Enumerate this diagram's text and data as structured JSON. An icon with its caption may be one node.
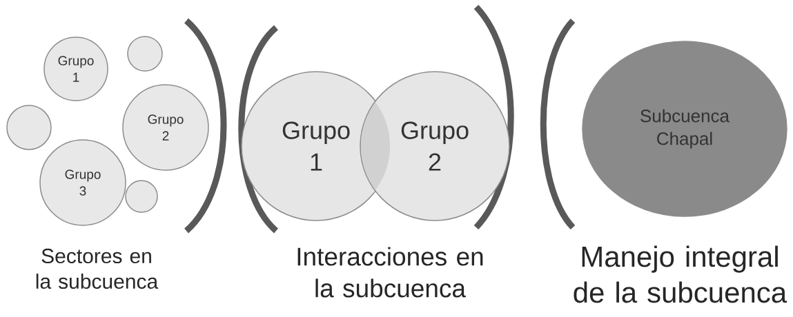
{
  "diagram": {
    "nodes": [
      {
        "text": [
          "Grupo 1"
        ]
      },
      {
        "text": [
          "Grupo 2"
        ]
      },
      {
        "text": [
          "Grupo 3"
        ]
      },
      {
        "text": [],
        "shape": "circle"
      },
      {
        "text": [],
        "shape": "circle"
      },
      {
        "text": [],
        "shape": "circle"
      },
      {
        "text": [
          "Grupo 1"
        ]
      },
      {
        "text": [
          "Grupo 2"
        ]
      },
      {
        "text": [
          "Subcuenca Chapal"
        ]
      }
    ],
    "labels": [
      "Sectores en la subcuenca",
      "Interacciones en la subcuenca",
      "Manejo integral de la subcuenca"
    ]
  }
}
